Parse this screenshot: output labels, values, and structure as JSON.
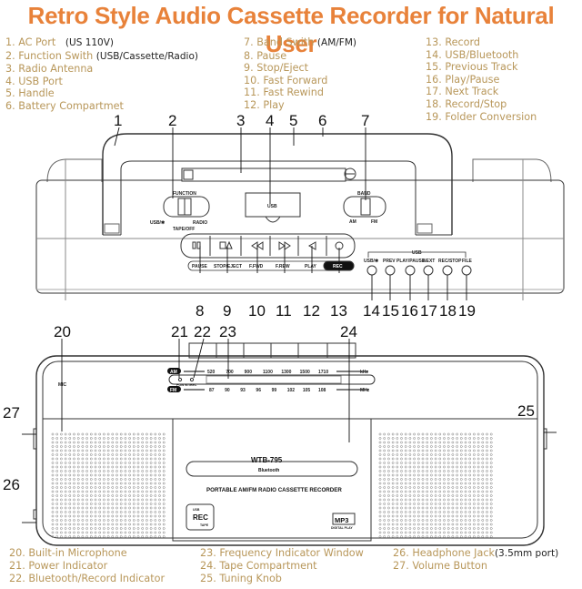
{
  "title": "Retro Style Audio Cassette Recorder for Natural User",
  "legend_top": {
    "col1": [
      {
        "label": "1. AC Port",
        "note": "(US 110V)"
      },
      {
        "label": "2. Function Swith",
        "note": "(USB/Cassette/Radio)"
      },
      {
        "label": "3. Radio Antenna",
        "note": ""
      },
      {
        "label": "4. USB Port",
        "note": ""
      },
      {
        "label": "5. Handle",
        "note": ""
      },
      {
        "label": "6. Battery Compartmet",
        "note": ""
      }
    ],
    "col2": [
      {
        "label": "7. Band Swith",
        "note": "(AM/FM)"
      },
      {
        "label": "8. Pause",
        "note": ""
      },
      {
        "label": "9. Stop/Eject",
        "note": ""
      },
      {
        "label": "10. Fast Forward",
        "note": ""
      },
      {
        "label": "11. Fast Rewind",
        "note": ""
      },
      {
        "label": "12. Play",
        "note": ""
      }
    ],
    "col3": [
      {
        "label": "13. Record",
        "note": ""
      },
      {
        "label": "14. USB/Bluetooth",
        "note": ""
      },
      {
        "label": "15. Previous Track",
        "note": ""
      },
      {
        "label": "16. Play/Pause",
        "note": ""
      },
      {
        "label": "17. Next Track",
        "note": ""
      },
      {
        "label": "18. Record/Stop",
        "note": ""
      },
      {
        "label": "19. Folder Conversion",
        "note": ""
      }
    ]
  },
  "legend_bottom": {
    "col1": [
      {
        "label": "20. Built-in Microphone",
        "note": ""
      },
      {
        "label": "21. Power Indicator",
        "note": ""
      },
      {
        "label": "22. Bluetooth/Record Indicator",
        "note": ""
      }
    ],
    "col2": [
      {
        "label": "23. Frequency Indicator Window",
        "note": ""
      },
      {
        "label": "24. Tape Compartment",
        "note": ""
      },
      {
        "label": "25. Tuning Knob",
        "note": ""
      }
    ],
    "col3": [
      {
        "label": "26. Headphone Jack",
        "note": "(3.5mm port)"
      },
      {
        "label": "27. Volume Button",
        "note": ""
      }
    ]
  },
  "top_view": {
    "callouts": [
      "1",
      "2",
      "3",
      "4",
      "5",
      "6",
      "7"
    ],
    "bottom_callouts": [
      "8",
      "9",
      "10",
      "11",
      "12",
      "13",
      "14",
      "15",
      "16",
      "17",
      "18",
      "19"
    ],
    "function_switch": {
      "title": "FUNCTION",
      "left": "USB/✱",
      "right": "RADIO",
      "bottom": "TAPE/OFF"
    },
    "band_switch": {
      "title": "BAND",
      "left": "AM",
      "right": "FM"
    },
    "usb_port_label": "USB",
    "tape_buttons": [
      "PAUSE",
      "STOP/EJECT",
      "F.FWD",
      "F.REW",
      "PLAY",
      "REC"
    ],
    "usb_group_label": "USB",
    "usb_buttons": [
      "USB/✱",
      "PREV",
      "PLAY/PAUSE",
      "NEXT",
      "REC/STOP",
      "FILE"
    ]
  },
  "front_view": {
    "callouts": {
      "n20": "20",
      "n21": "21",
      "n22": "22",
      "n23": "23",
      "n24": "24",
      "n25": "25",
      "n26": "26",
      "n27": "27"
    },
    "mic_label": "MIC",
    "am_badge": "AM",
    "fm_badge": "FM",
    "am_freqs": [
      "520",
      "700",
      "900",
      "1100",
      "1300",
      "1500",
      "1710"
    ],
    "fm_freqs": [
      "87",
      "90",
      "93",
      "96",
      "99",
      "102",
      "105",
      "108"
    ],
    "am_unit": "kHz",
    "fm_unit": "MHz",
    "indicator_labels": "POW  BT/REC",
    "model": "WTB-795",
    "bluetooth_label": "Bluetooth",
    "tagline": "PORTABLE AM/FM RADIO CASSETTE RECORDER",
    "rec_badge": {
      "top": "USB",
      "main": "REC",
      "bottom": "TAPE"
    },
    "mp3_badge": {
      "main": "MP3",
      "sub": "DIGITAL PLAY"
    }
  }
}
